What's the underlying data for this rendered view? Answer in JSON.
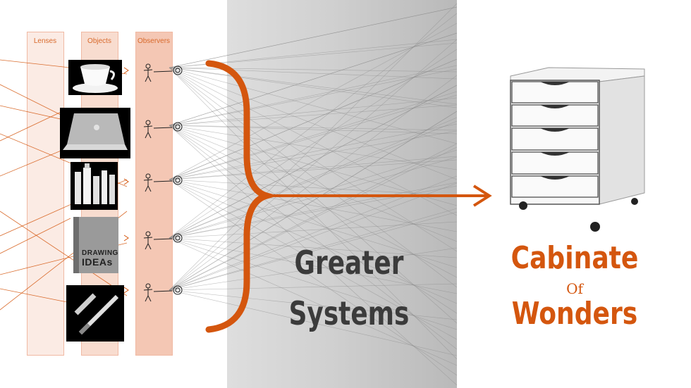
{
  "columns": {
    "lenses": "Lenses",
    "objects": "Objects",
    "observers": "Observers"
  },
  "objects": [
    {
      "name": "teacup-image"
    },
    {
      "name": "laptop-image"
    },
    {
      "name": "cosmetics-bottles-image"
    },
    {
      "name": "drawing-ideas-book-image",
      "book_line1": "DRAWING",
      "book_line2": "IDEAs"
    },
    {
      "name": "pens-image"
    }
  ],
  "center": {
    "line1": "Greater",
    "line2": "Systems"
  },
  "result": {
    "line1": "Cabinate",
    "line2": "Of",
    "line3": "Wonders"
  },
  "colors": {
    "accent": "#d4560e",
    "column_fill": "#f4c7b4",
    "center_text": "#3b3b3b",
    "gray_panel": "#c8c8c8"
  }
}
